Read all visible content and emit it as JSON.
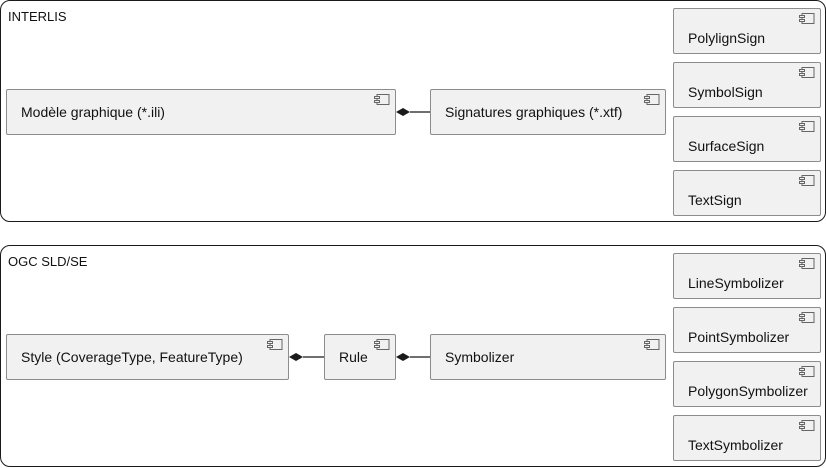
{
  "packages": {
    "interlis": {
      "title": "INTERLIS",
      "main": [
        "Modèle graphique (*.ili)",
        "Signatures graphiques (*.xtf)"
      ],
      "side": [
        "PolylignSign",
        "SymbolSign",
        "SurfaceSign",
        "TextSign"
      ]
    },
    "ogc": {
      "title": "OGC SLD/SE",
      "main": [
        "Style (CoverageType, FeatureType)",
        "Rule",
        "Symbolizer"
      ],
      "side": [
        "LineSymbolizer",
        "PointSymbolizer",
        "PolygonSymbolizer",
        "TextSymbolizer"
      ]
    }
  },
  "icon": "component-icon",
  "relation": "composition-diamond",
  "colors": {
    "box_fill": "#f1f1f1",
    "box_border": "#8c8c8c",
    "frame_border": "#1a1a1a"
  }
}
